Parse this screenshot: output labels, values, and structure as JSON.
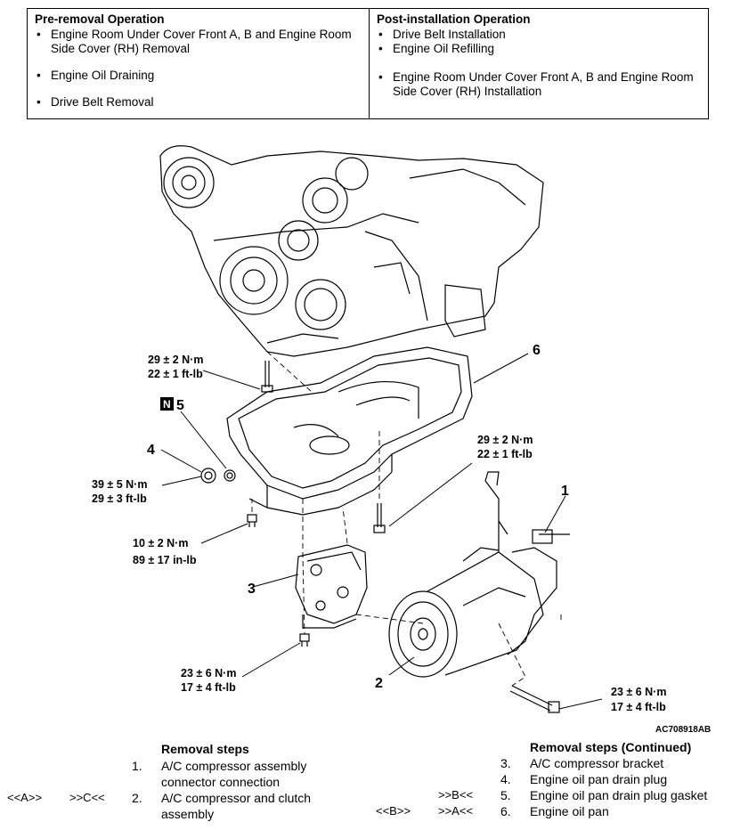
{
  "pre_removal": {
    "title": "Pre-removal Operation",
    "items": [
      "Engine Room Under Cover Front A, B and Engine Room Side Cover (RH) Removal",
      "Engine Oil Draining",
      "Drive Belt Removal"
    ]
  },
  "post_installation": {
    "title": "Post-installation Operation",
    "items": [
      "Drive Belt Installation",
      "Engine Oil Refilling",
      "Engine Room Under Cover Front A, B and Engine Room Side Cover (RH) Installation"
    ]
  },
  "figure": {
    "id": "AC708918AB",
    "callouts": [
      "1",
      "2",
      "3",
      "4",
      "5",
      "6"
    ],
    "new_part_mark": "N",
    "torques": [
      {
        "nm": "29 ± 2 N·m",
        "imp": "22 ± 1 ft-lb"
      },
      {
        "nm": "29 ± 2 N·m",
        "imp": "22 ± 1 ft-lb"
      },
      {
        "nm": "39 ± 5 N·m",
        "imp": "29 ± 3 ft-lb"
      },
      {
        "nm": "10 ± 2 N·m",
        "imp": "89 ± 17 in-lb"
      },
      {
        "nm": "23 ± 6 N·m",
        "imp": "17 ± 4 ft-lb"
      },
      {
        "nm": "23 ± 6 N·m",
        "imp": "17 ± 4 ft-lb"
      }
    ]
  },
  "removal_steps": {
    "title": "Removal steps",
    "steps": [
      {
        "num": "1.",
        "line1": "A/C compressor assembly",
        "line2": "connector connection",
        "mark1": "",
        "mark2": ""
      },
      {
        "num": "2.",
        "line1": "A/C compressor and clutch",
        "line2": "assembly",
        "mark1": "<<A>>",
        "mark2": ">>C<<"
      }
    ]
  },
  "removal_steps_continued": {
    "title": "Removal steps (Continued)",
    "steps": [
      {
        "num": "3.",
        "text": "A/C compressor bracket",
        "mark1": "",
        "mark2": ""
      },
      {
        "num": "4.",
        "text": "Engine oil pan drain plug",
        "mark1": "",
        "mark2": ""
      },
      {
        "num": "5.",
        "text": "Engine oil pan drain plug gasket",
        "mark1": "",
        "mark2": ">>B<<"
      },
      {
        "num": "6.",
        "text": "Engine oil pan",
        "mark1": "<<B>>",
        "mark2": ">>A<<"
      }
    ]
  }
}
